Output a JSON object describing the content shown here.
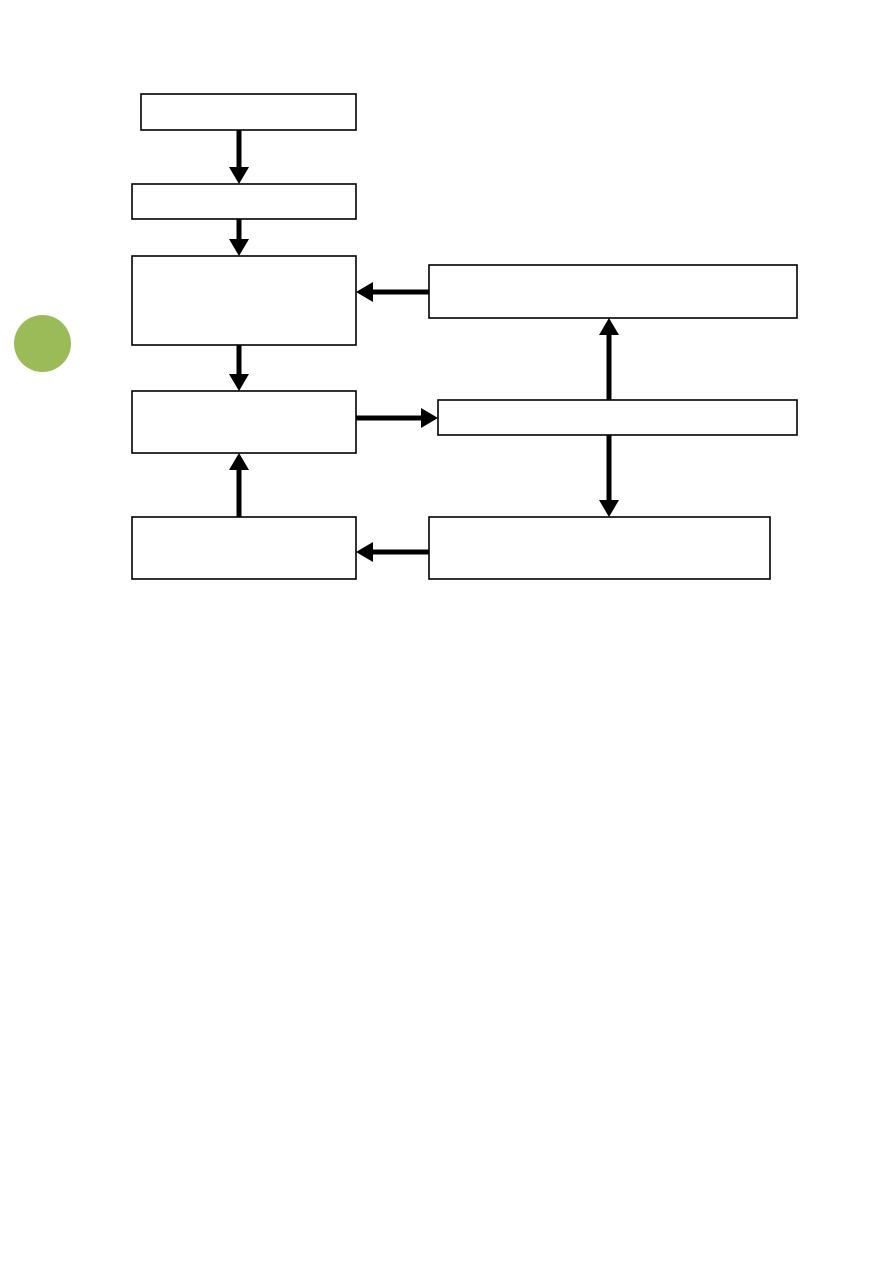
{
  "diagram": {
    "boxes": [
      {
        "id": "box-1",
        "label": ""
      },
      {
        "id": "box-2",
        "label": ""
      },
      {
        "id": "box-3",
        "label": ""
      },
      {
        "id": "box-4",
        "label": ""
      },
      {
        "id": "box-5",
        "label": ""
      },
      {
        "id": "box-6",
        "label": ""
      },
      {
        "id": "box-7",
        "label": ""
      },
      {
        "id": "box-8",
        "label": ""
      }
    ],
    "connections": [
      {
        "from": "box-1",
        "to": "box-2"
      },
      {
        "from": "box-2",
        "to": "box-3"
      },
      {
        "from": "box-3",
        "to": "box-4"
      },
      {
        "from": "box-4",
        "to": "box-5"
      },
      {
        "from": "box-5",
        "to": "box-6"
      },
      {
        "from": "box-6",
        "to": "box-3"
      },
      {
        "from": "box-5",
        "to": "box-7"
      },
      {
        "from": "box-7",
        "to": "box-8"
      },
      {
        "from": "box-8",
        "to": "box-4"
      }
    ]
  },
  "colors": {
    "marker": "#9bbb59",
    "box_border": "#000000",
    "arrow": "#000000",
    "background": "#ffffff"
  }
}
